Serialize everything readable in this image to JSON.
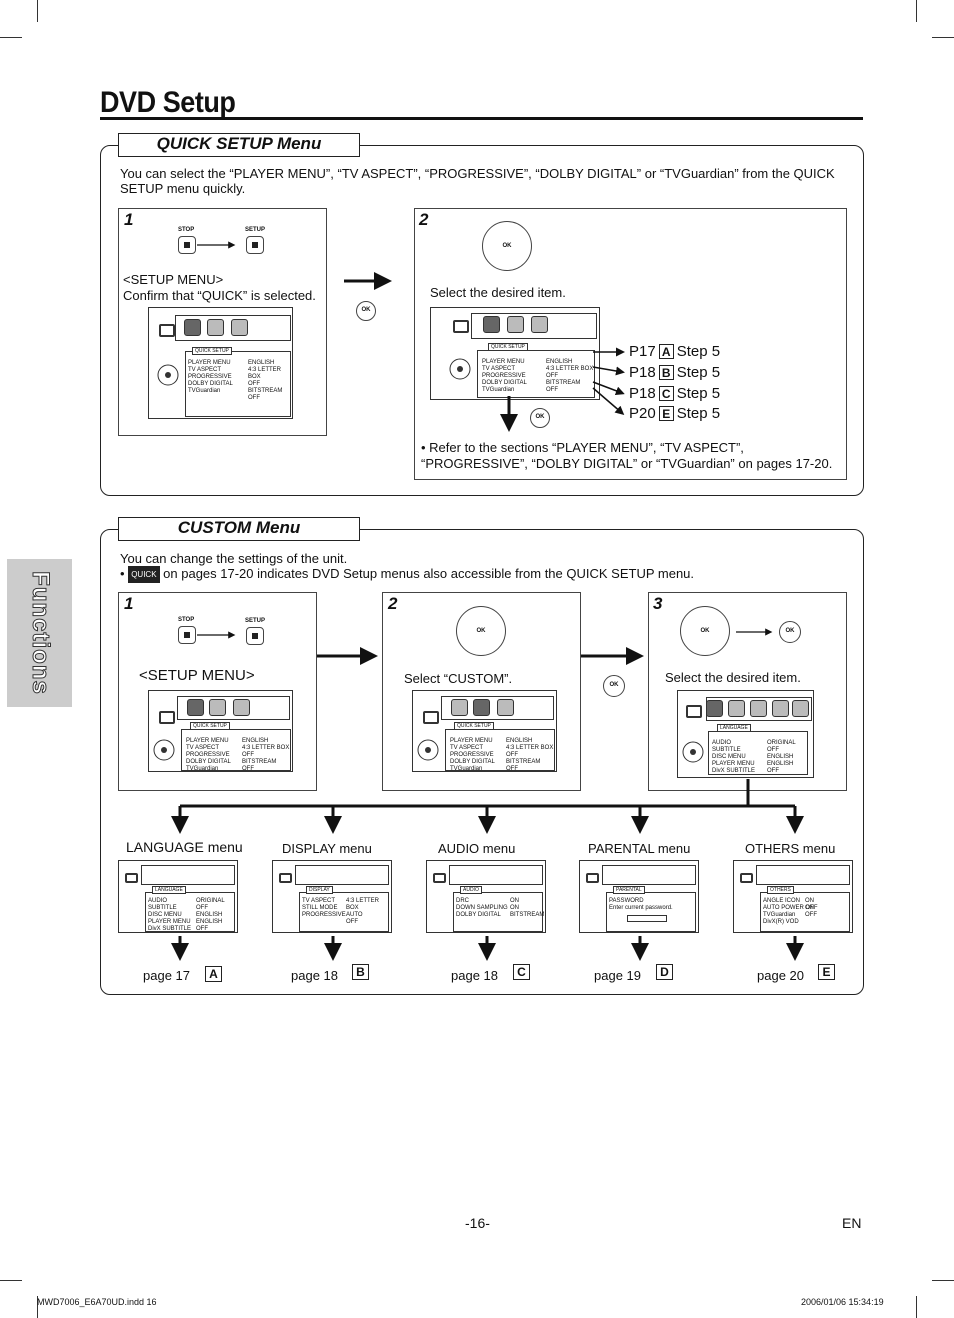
{
  "page": {
    "title": "DVD Setup",
    "side_tab": "Functions",
    "page_number": "-16-",
    "language_code": "EN",
    "footer_left": "MWD7006_E6A70UD.indd   16",
    "footer_right": "2006/01/06   15:34:19"
  },
  "quick": {
    "label": "QUICK SETUP Menu",
    "intro": "You can select the “PLAYER MENU”, “TV ASPECT”, “PROGRESSIVE”, “DOLBY DIGITAL” or “TVGuardian” from the QUICK SETUP menu quickly.",
    "step1": {
      "num": "1",
      "stop": "STOP",
      "setup": "SETUP",
      "line1": "<SETUP MENU>",
      "line2": "Confirm that “QUICK” is selected."
    },
    "step2": {
      "num": "2",
      "caption": "Select the desired item.",
      "note": "• Refer to the sections “PLAYER MENU”, “TV ASPECT”, “PROGRESSIVE”, “DOLBY DIGITAL” or “TVGuardian” on pages 17-20."
    },
    "ok": "OK",
    "refs": [
      {
        "page": "P17",
        "letter": "A",
        "step": "Step 5"
      },
      {
        "page": "P18",
        "letter": "B",
        "step": "Step 5"
      },
      {
        "page": "P18",
        "letter": "C",
        "step": "Step 5"
      },
      {
        "page": "P20",
        "letter": "E",
        "step": "Step 5"
      }
    ],
    "osd": {
      "header": "QUICK SETUP",
      "rows": [
        "PLAYER MENU",
        "TV ASPECT",
        "PROGRESSIVE",
        "DOLBY DIGITAL",
        "TVGuardian"
      ],
      "values": [
        "ENGLISH",
        "4:3 LETTER BOX",
        "OFF",
        "BITSTREAM",
        "OFF"
      ]
    }
  },
  "custom": {
    "label": "CUSTOM Menu",
    "intro1": "You can change the settings of the unit.",
    "intro2_pre": "•",
    "quick_tag": "QUICK",
    "intro2_post": "on pages 17-20 indicates DVD Setup menus also accessible from the QUICK SETUP menu.",
    "step1": {
      "num": "1",
      "caption": "<SETUP MENU>",
      "stop": "STOP",
      "setup": "SETUP"
    },
    "step2": {
      "num": "2",
      "caption": "Select “CUSTOM”."
    },
    "step3": {
      "num": "3",
      "caption": "Select the desired item."
    },
    "lang_osd": {
      "header": "LANGUAGE",
      "rows": [
        "AUDIO",
        "SUBTITLE",
        "DISC MENU",
        "PLAYER MENU",
        "DivX SUBTITLE"
      ],
      "values": [
        "ORIGINAL",
        "OFF",
        "ENGLISH",
        "ENGLISH",
        "OFF"
      ]
    },
    "menus": [
      {
        "label": "LANGUAGE menu",
        "page": "page 17",
        "letter": "A",
        "header": "LANGUAGE",
        "rows": [
          "AUDIO",
          "SUBTITLE",
          "DISC MENU",
          "PLAYER MENU",
          "DivX SUBTITLE"
        ],
        "values": [
          "ORIGINAL",
          "OFF",
          "ENGLISH",
          "ENGLISH",
          "OFF"
        ]
      },
      {
        "label": "DISPLAY menu",
        "page": "page 18",
        "letter": "B",
        "header": "DISPLAY",
        "rows": [
          "TV ASPECT",
          "STILL MODE",
          "PROGRESSIVE"
        ],
        "values": [
          "4:3 LETTER BOX",
          "AUTO",
          "OFF"
        ]
      },
      {
        "label": "AUDIO menu",
        "page": "page 18",
        "letter": "C",
        "header": "AUDIO",
        "rows": [
          "DRC",
          "DOWN SAMPLING",
          "DOLBY DIGITAL"
        ],
        "values": [
          "ON",
          "ON",
          "BITSTREAM"
        ]
      },
      {
        "label": "PARENTAL menu",
        "page": "page 19",
        "letter": "D",
        "header": "PARENTAL",
        "rows": [
          "PASSWORD",
          "Enter current password."
        ],
        "values": [
          "",
          ""
        ]
      },
      {
        "label": "OTHERS menu",
        "page": "page 20",
        "letter": "E",
        "header": "OTHERS",
        "rows": [
          "ANGLE ICON",
          "AUTO POWER OFF",
          "TVGuardian",
          "DivX(R) VOD"
        ],
        "values": [
          "ON",
          "ON",
          "OFF",
          ""
        ]
      }
    ]
  }
}
